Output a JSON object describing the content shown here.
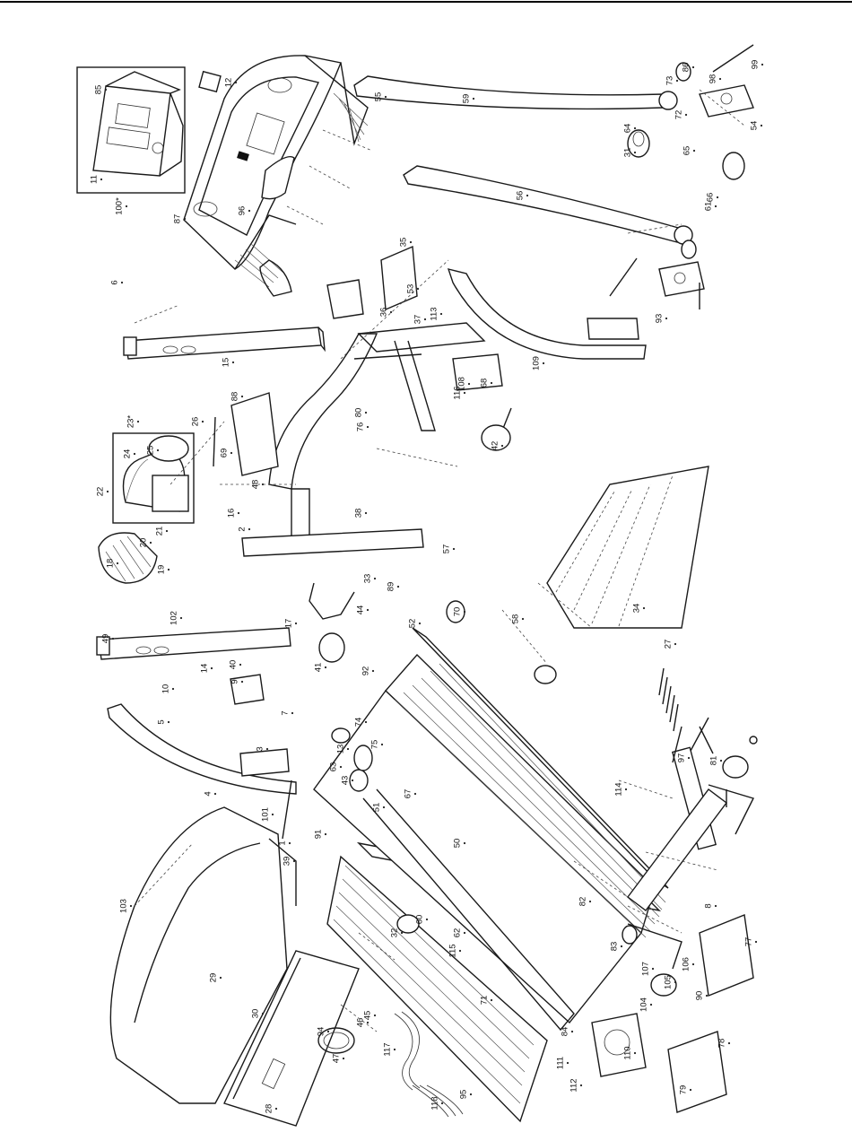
{
  "diagram": {
    "part_numbers": [
      "1",
      "2",
      "3",
      "4",
      "5",
      "6",
      "7",
      "8",
      "9",
      "10",
      "11",
      "12",
      "13",
      "14",
      "15",
      "16",
      "17",
      "18",
      "19",
      "20",
      "21",
      "22",
      "23*",
      "24",
      "25",
      "26",
      "27",
      "28",
      "29",
      "30",
      "31",
      "32",
      "33",
      "34",
      "35",
      "36",
      "37",
      "38",
      "39",
      "40",
      "41",
      "42",
      "43",
      "44",
      "45",
      "46",
      "47",
      "48",
      "49",
      "50",
      "51",
      "52",
      "53",
      "54",
      "55",
      "56",
      "57",
      "58",
      "59",
      "60",
      "61",
      "62",
      "63",
      "64",
      "65",
      "66",
      "67",
      "68",
      "69",
      "70",
      "71",
      "72",
      "73",
      "74",
      "75",
      "76",
      "77",
      "78",
      "79",
      "80",
      "81",
      "82",
      "83",
      "84",
      "85",
      "86",
      "87",
      "88",
      "89",
      "90",
      "91",
      "92",
      "93",
      "94",
      "95",
      "96",
      "97",
      "98",
      "99",
      "100*",
      "101",
      "102",
      "103",
      "104",
      "105",
      "106",
      "107",
      "108",
      "109",
      "110",
      "111",
      "112",
      "113",
      "114",
      "115",
      "116",
      "117",
      "118"
    ]
  }
}
